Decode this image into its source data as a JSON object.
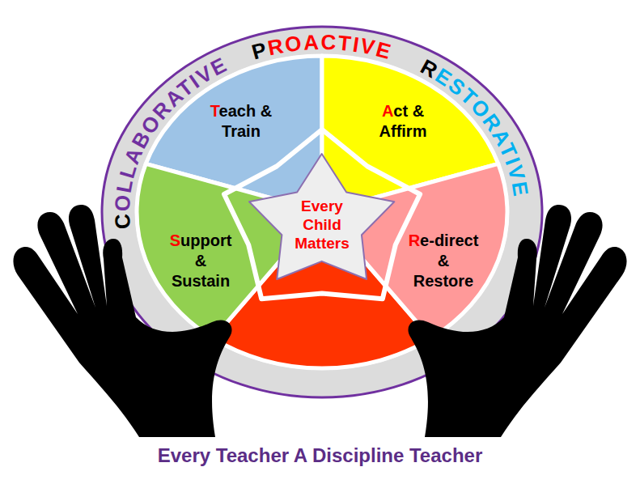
{
  "diagram": {
    "caption": "Every Teacher A Discipline Teacher",
    "nodes": [
      {
        "text": [
          "Teach & Train"
        ]
      },
      {
        "text": [
          "Act & Affirm"
        ]
      },
      {
        "text": [
          "Support & Sustain"
        ]
      },
      {
        "text": [
          "Every Child Matters"
        ]
      },
      {
        "text": [
          "Re-direct & Restore"
        ]
      }
    ],
    "labels": [
      "PROACTIVE",
      "COLLABORATIVE",
      "RESTORATIVE"
    ]
  }
}
